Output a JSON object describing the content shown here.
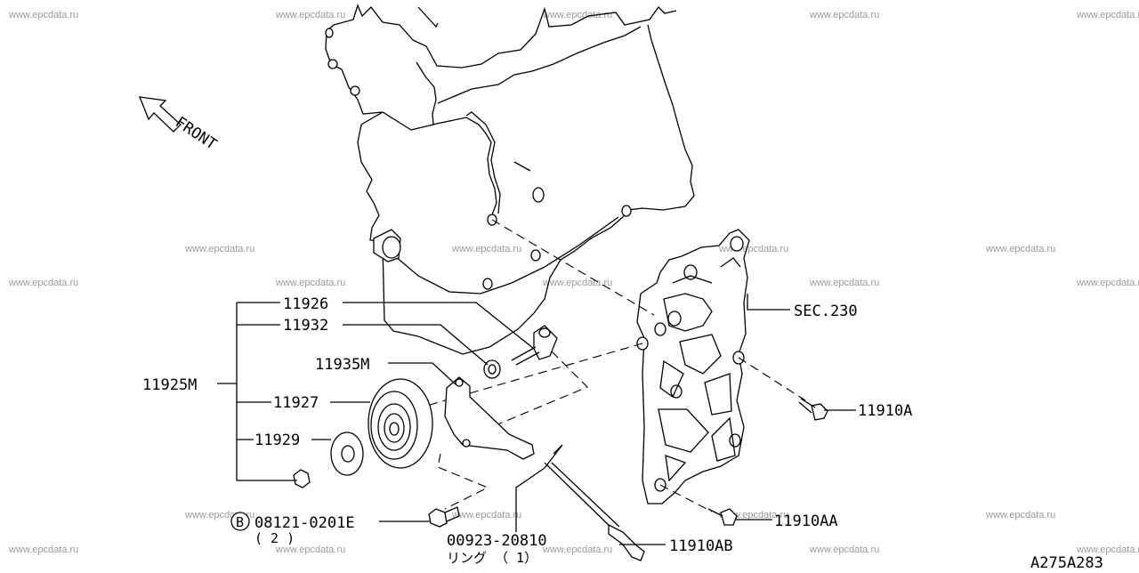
{
  "watermark": "www.epcdata.ru",
  "front_label": "FRONT",
  "labels": {
    "p11926": "11926",
    "p11932": "11932",
    "p11935M": "11935M",
    "p11925M": "11925M",
    "p11927": "11927",
    "p11929": "11929",
    "bolt_circle": "B",
    "bolt": "08121-0201E",
    "bolt_qty": "( 2 )",
    "ring": "00923-20810",
    "ring_name": "リング （ 1）",
    "sec": "SEC.230",
    "p11910A": "11910A",
    "p11910AA": "11910AA",
    "p11910AB": "11910AB",
    "diagram_code": "A275A283"
  }
}
